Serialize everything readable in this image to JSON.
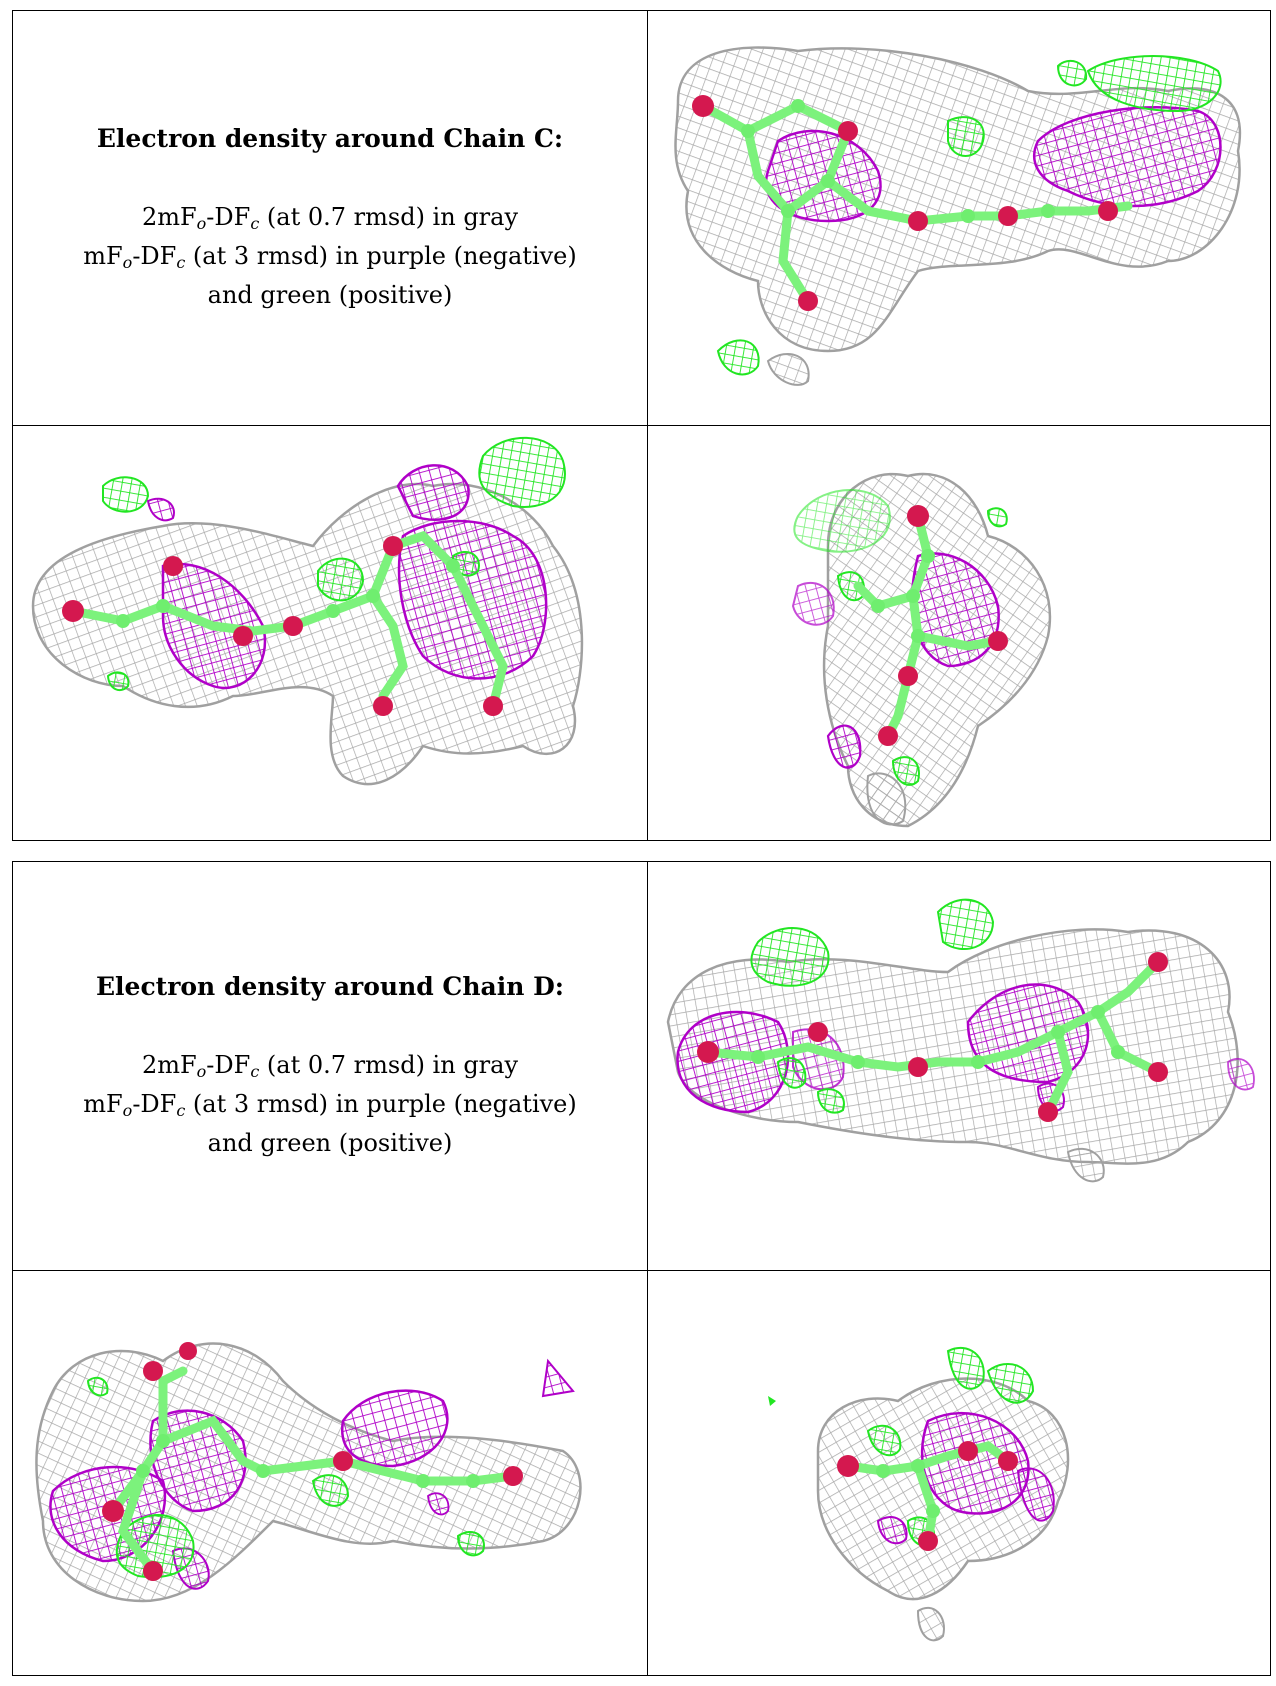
{
  "chain_c": {
    "title": "Electron density around Chain C:",
    "line1_prefix": "2mF",
    "line1_sub1": "o",
    "line1_mid": "-DF",
    "line1_sub2": "c",
    "line1_suffix": " (at 0.7 rmsd) in gray",
    "line2_prefix": "mF",
    "line2_sub1": "o",
    "line2_mid": "-DF",
    "line2_sub2": "c",
    "line2_suffix": " (at 3 rmsd) in purple (negative)",
    "line3": "and green (positive)"
  },
  "chain_d": {
    "title": "Electron density around Chain D:",
    "line1_prefix": "2mF",
    "line1_sub1": "o",
    "line1_mid": "-DF",
    "line1_sub2": "c",
    "line1_suffix": " (at 0.7 rmsd) in gray",
    "line2_prefix": "mF",
    "line2_sub1": "o",
    "line2_mid": "-DF",
    "line2_sub2": "c",
    "line2_suffix": " (at 3 rmsd) in purple (negative)",
    "line3": "and green (positive)"
  },
  "colors": {
    "map_2fofc": "#a8a8a8",
    "map_fofc_negative": "#b000c8",
    "map_fofc_positive": "#22e622",
    "carbon": "#6fee6f",
    "oxygen": "#d4184f"
  }
}
